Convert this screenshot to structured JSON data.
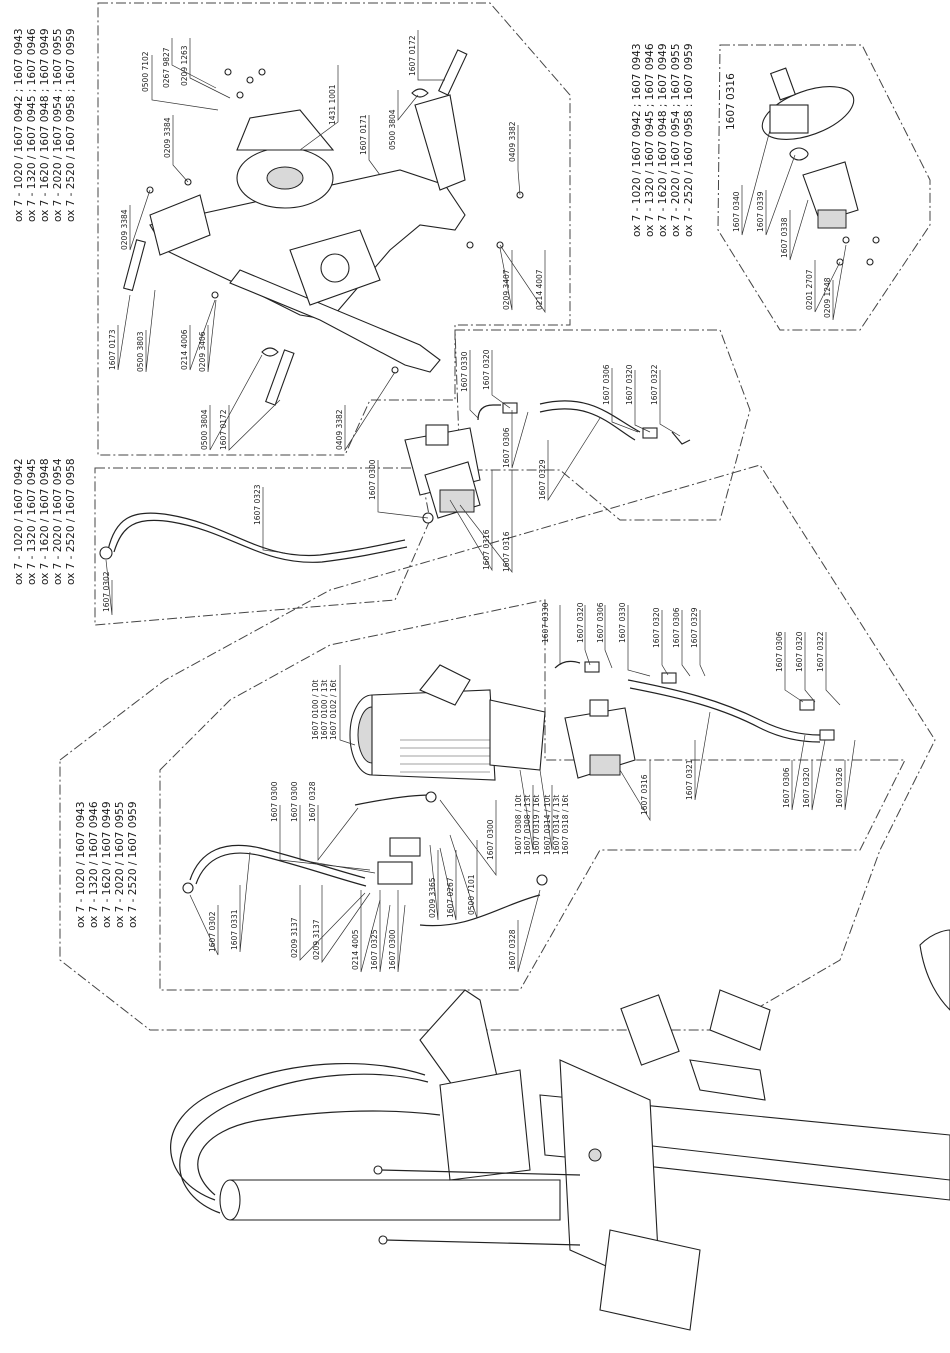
{
  "model_blocks": {
    "topleft": [
      "ox 7 - 1020 / 1607 0942 ; 1607 0943",
      "ox 7 - 1320 / 1607 0945 ; 1607 0946",
      "ox 7 - 1620 / 1607 0948 ; 1607 0949",
      "ox 7 - 2020 / 1607 0954 ; 1607 0955",
      "ox 7 - 2520 / 1607 0958 ; 1607 0959"
    ],
    "topright": [
      "ox 7 - 1020 / 1607 0942 ; 1607 0943",
      "ox 7 - 1320 / 1607 0945 ; 1607 0946",
      "ox 7 - 1620 / 1607 0948 ; 1607 0949",
      "ox 7 - 2020 / 1607 0954 ; 1607 0955",
      "ox 7 - 2520 / 1607 0958 : 1607 0959"
    ],
    "topright_part": "1607 0316",
    "middle": [
      "ox 7 - 1020 / 1607 0942",
      "ox 7 - 1320 / 1607 0945",
      "ox 7 - 1620 / 1607 0948",
      "ox 7 - 2020 / 1607 0954",
      "ox 7 - 2520 / 1607 0958"
    ],
    "lower": [
      "ox 7 - 1020 / 1607 0943",
      "ox 7 - 1320 / 1607 0946",
      "ox 7 - 1620 / 1607 0949",
      "ox 7 - 2020 / 1607 0955",
      "ox 7 - 2520 / 1607 0959"
    ]
  },
  "parts": {
    "p0500_7102": "0500 7102",
    "p0267_9827": "0267 9827",
    "p0209_1263": "0209 1263",
    "p1431_1001": "1431 1001",
    "p1607_0172_a": "1607 0172",
    "p0209_3384_a": "0209 3384",
    "p0500_3804_a": "0500 3804",
    "p1607_0171": "1607 0171",
    "p0209_3382_a": "0409 3382",
    "p0209_3384_b": "0209 3384",
    "p1607_0173": "1607 0173",
    "p0500_3803": "0500 3803",
    "p0214_4006": "0214 4006",
    "p0209_3406": "0209 3406",
    "p0500_3804_b": "0500 3804",
    "p1607_0172_b": "1607 0172",
    "p0209_3382_b": "0409 3382",
    "p0209_3407": "0209 3407",
    "p0214_4007": "0214 4007",
    "p1607_0330_a": "1607 0330",
    "p1607_0320_a": "1607 0320",
    "p1607_0306_a": "1607 0306",
    "p1607_0329_a": "1607 0329",
    "p1607_0306_b": "1607 0306",
    "p1607_0320_b": "1607 0320",
    "p1607_0322_a": "1607 0322",
    "p1607_0300_a": "1607 0300",
    "p1607_0316_a": "1607 0316",
    "p1607_0316_b": "1607 0316",
    "p1607_0323": "1607 0323",
    "p1607_0302_a": "1607 0302",
    "p1607_0340": "1607 0340",
    "p1607_0339": "1607 0339",
    "p1607_0338": "1607 0338",
    "p0201_2707": "0201 2707",
    "p0209_1248": "0209 1248",
    "p1607_0330_b": "1607 0330",
    "p1607_0320_c": "1607 0320",
    "p1607_0306_c": "1607 0306",
    "p1607_0330_c": "1607 0330",
    "p1607_0320_d": "1607 0320",
    "p1607_0306_d": "1607 0306",
    "p1607_0329_b": "1607 0329",
    "p1607_0306_e": "1607 0306",
    "p1607_0320_e": "1607 0320",
    "p1607_0322_b": "1607 0322",
    "motor_1": "1607 0100 / 10t",
    "motor_2": "1607 0100 / 13t",
    "motor_3": "1607 0102 / 16t",
    "p1607_0300_b": "1607 0300",
    "p1607_0300_c": "1607 0300",
    "p1607_0328_a": "1607 0328",
    "p1607_0300_d": "1607 0300",
    "pump_1": "1607 0308 / 10t",
    "pump_2": "1607 0308 / 13t",
    "pump_3": "1607 0319 / 16t",
    "pump_4": "1607 0314 / 10t",
    "pump_5": "1607 0314 / 13t",
    "pump_6": "1607 0318 / 16t",
    "p1607_0316_c": "1607 0316",
    "p1607_0321": "1607 0321",
    "p1607_0306_f": "1607 0306",
    "p1607_0320_f": "1607 0320",
    "p1607_0326": "1607 0326",
    "p0209_3365": "0209 3365",
    "p1607_0267": "1607 0267",
    "p0500_7101": "0500 7101",
    "p1607_0302_b": "1607 0302",
    "p1607_0331": "1607 0331",
    "p0209_3137_a": "0209 3137",
    "p0209_3137_b": "0209 3137",
    "p0214_4005": "0214 4005",
    "p1607_0325": "1607 0325",
    "p1607_0300_e": "1607 0300",
    "p1607_0328_b": "1607 0328"
  }
}
